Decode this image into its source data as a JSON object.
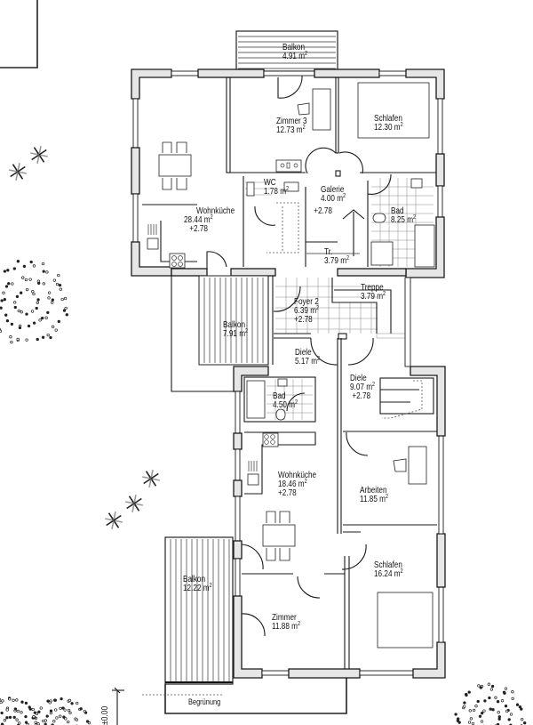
{
  "plan": {
    "title": "Floor plan",
    "units": "m²",
    "rooms": [
      {
        "id": "balkon-top",
        "name": "Balkon",
        "area": "4.91"
      },
      {
        "id": "zimmer-3",
        "name": "Zimmer 3",
        "area": "12.73"
      },
      {
        "id": "schlafen-top",
        "name": "Schlafen",
        "area": "12.30"
      },
      {
        "id": "wc",
        "name": "WC",
        "area": "1.78"
      },
      {
        "id": "galerie",
        "name": "Galerie",
        "area": "4.00",
        "level": "+2.78"
      },
      {
        "id": "wohnkueche-top",
        "name": "Wohnküche",
        "area": "28.44",
        "level": "+2.78"
      },
      {
        "id": "bad-top",
        "name": "Bad",
        "area": "8.25"
      },
      {
        "id": "tr",
        "name": "Tr.",
        "area": "3.79"
      },
      {
        "id": "foyer-2",
        "name": "Foyer 2",
        "area": "6.39",
        "level": "+2.78"
      },
      {
        "id": "treppe",
        "name": "Treppe",
        "area": "3.79"
      },
      {
        "id": "balkon-mid",
        "name": "Balkon",
        "area": "7.91"
      },
      {
        "id": "diele-small",
        "name": "Diele",
        "area": "5.17"
      },
      {
        "id": "diele-large",
        "name": "Diele",
        "area": "9.07",
        "level": "+2.78"
      },
      {
        "id": "bad-mid",
        "name": "Bad",
        "area": "4.50"
      },
      {
        "id": "wohnkueche-bottom",
        "name": "Wohnküche",
        "area": "18.46",
        "level": "+2.78"
      },
      {
        "id": "arbeiten",
        "name": "Arbeiten",
        "area": "11.85"
      },
      {
        "id": "schlafen-bottom",
        "name": "Schlafen",
        "area": "16.24"
      },
      {
        "id": "balkon-bottom",
        "name": "Balkon",
        "area": "12.22"
      },
      {
        "id": "zimmer-bottom",
        "name": "Zimmer",
        "area": "11.88"
      }
    ],
    "annotations": {
      "greenery": "Begrünung",
      "elevation": "±0.00"
    },
    "icons": [
      "tree-icon",
      "shrub-icon",
      "door-swing-icon",
      "stair-arrow-icon"
    ]
  }
}
